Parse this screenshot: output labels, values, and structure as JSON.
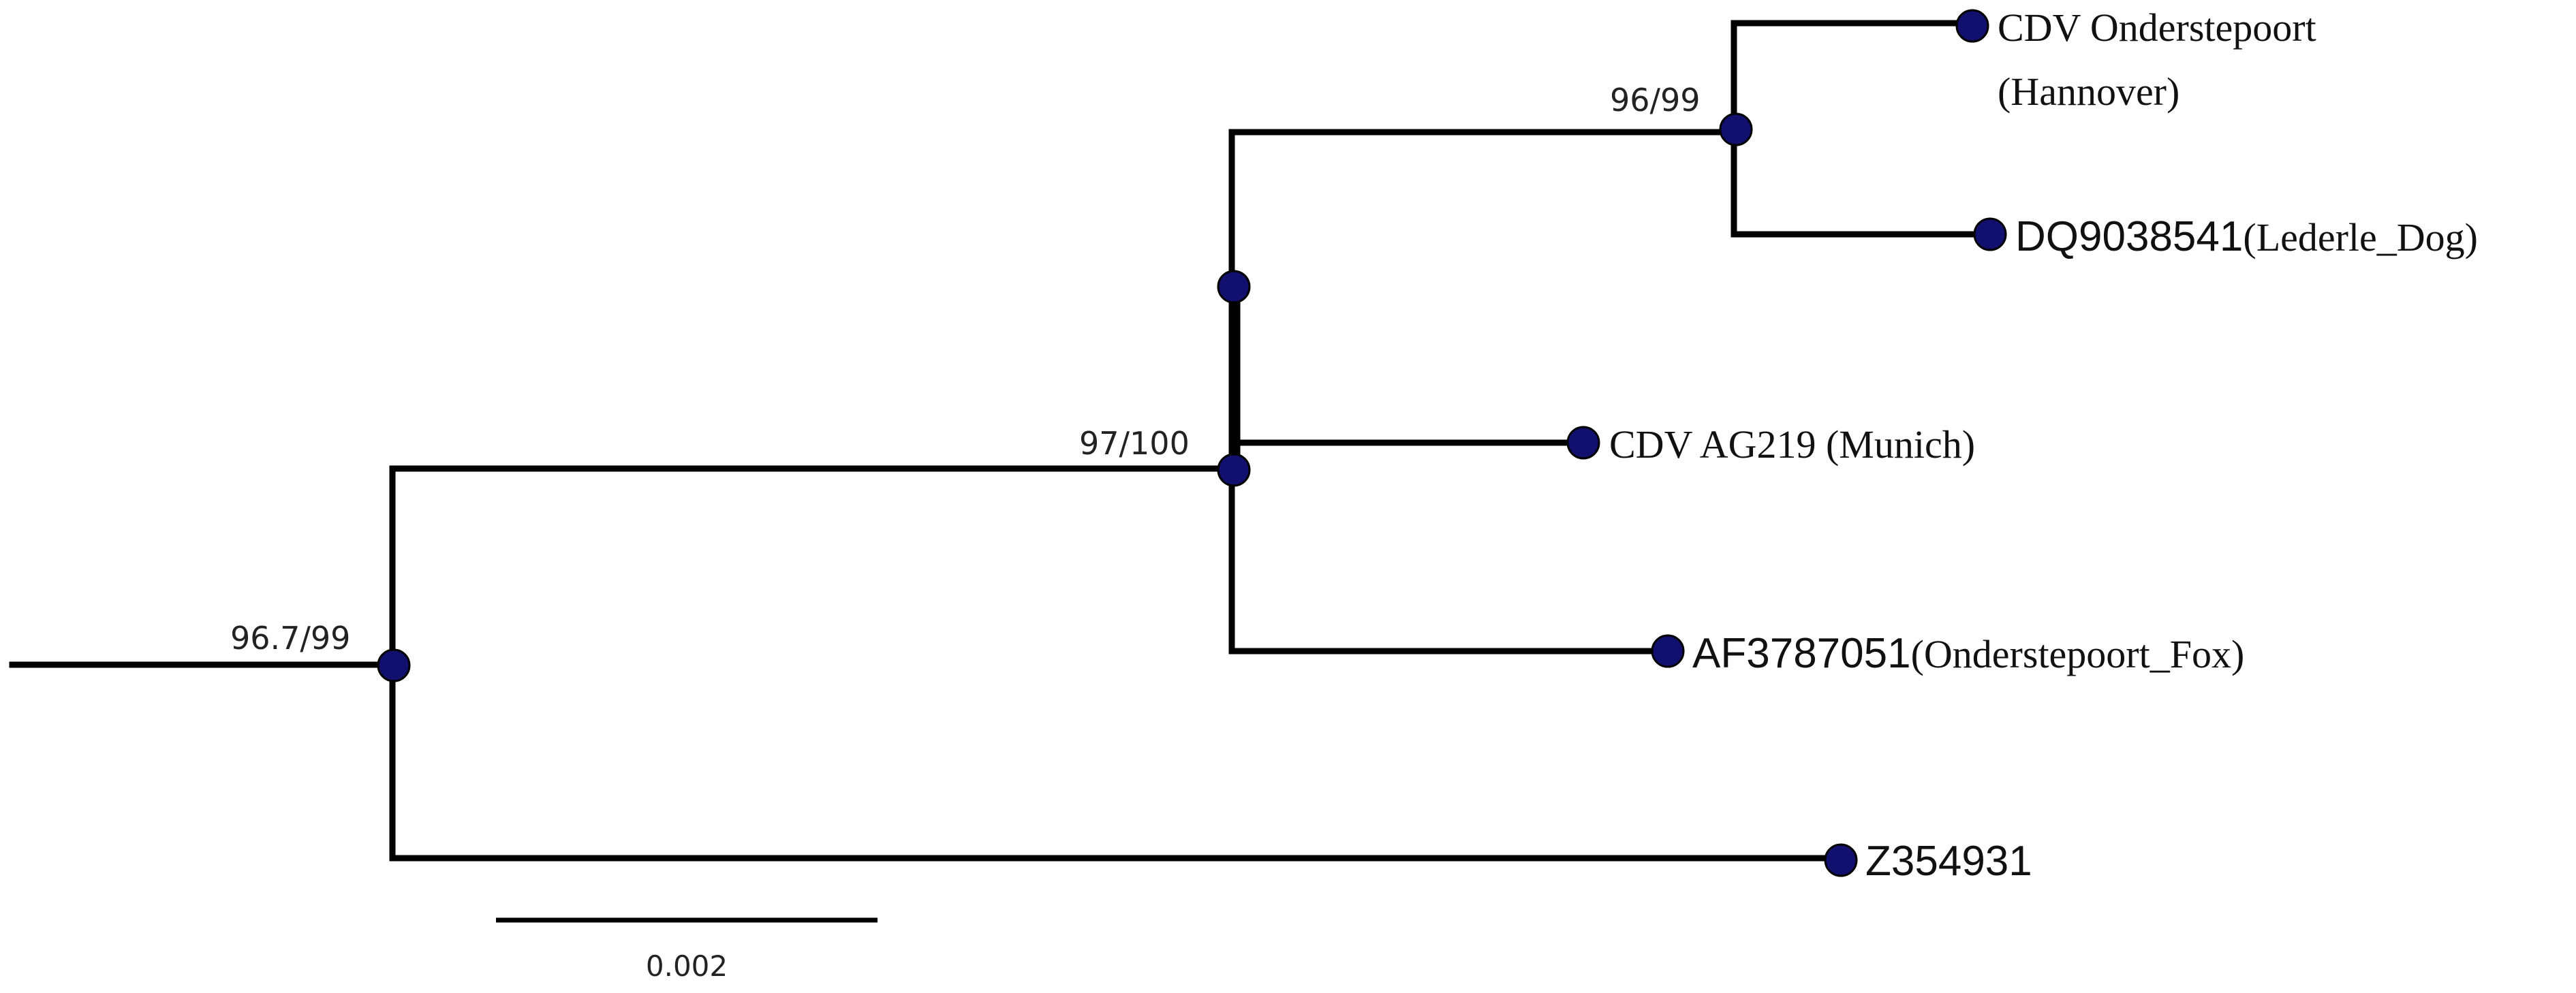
{
  "tree": {
    "support_values": {
      "root": "96.7/99",
      "inner_clade": "97/100",
      "top_clade": "96/99"
    },
    "taxa": {
      "cdv_onderstepoort": [
        "CDV Onderstepoort",
        "(Hannover)"
      ],
      "dq9038541": {
        "accession": "DQ9038541",
        "strain": "(Lederle_Dog)"
      },
      "cdv_ag219": "CDV AG219 (Munich)",
      "af3787051": {
        "accession": "AF3787051",
        "strain": "(Onderstepoort_Fox)"
      },
      "z354931": "Z354931"
    },
    "scale_bar": {
      "label": "0.002"
    },
    "colors": {
      "branch": "#000000",
      "node": "#12106e"
    }
  }
}
